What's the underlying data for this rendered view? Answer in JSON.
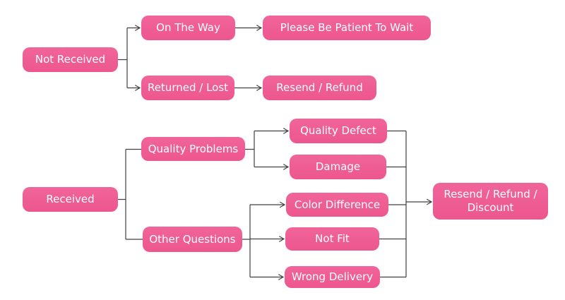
{
  "diagram": {
    "type": "flowchart",
    "colors": {
      "node_fill": "#f0659a",
      "node_fill_dark": "#ed568e",
      "node_text": "#ffffff",
      "line": "#404040",
      "background": "#ffffff"
    },
    "nodes": [
      {
        "id": "not-received",
        "label": "Not Received"
      },
      {
        "id": "on-the-way",
        "label": "On The Way"
      },
      {
        "id": "please-be-patient-to-wait",
        "label": "Please Be Patient To Wait"
      },
      {
        "id": "returned-lost",
        "label": "Returned / Lost"
      },
      {
        "id": "resend-refund",
        "label": "Resend / Refund"
      },
      {
        "id": "received",
        "label": "Received"
      },
      {
        "id": "quality-problems",
        "label": "Quality Problems"
      },
      {
        "id": "quality-defect",
        "label": "Quality Defect"
      },
      {
        "id": "damage",
        "label": "Damage"
      },
      {
        "id": "other-questions",
        "label": "Other Questions"
      },
      {
        "id": "color-difference",
        "label": "Color Difference"
      },
      {
        "id": "not-fit",
        "label": "Not Fit"
      },
      {
        "id": "wrong-delivery",
        "label": "Wrong Delivery"
      },
      {
        "id": "resend-refund-discount",
        "label": "Resend / Refund / Discount"
      }
    ],
    "edges": [
      {
        "from": "not-received",
        "to": "on-the-way",
        "arrow": true
      },
      {
        "from": "not-received",
        "to": "returned-lost",
        "arrow": true
      },
      {
        "from": "on-the-way",
        "to": "please-be-patient-to-wait",
        "arrow": true
      },
      {
        "from": "returned-lost",
        "to": "resend-refund",
        "arrow": true
      },
      {
        "from": "received",
        "to": "quality-problems",
        "arrow": false
      },
      {
        "from": "received",
        "to": "other-questions",
        "arrow": false
      },
      {
        "from": "quality-problems",
        "to": "quality-defect",
        "arrow": true
      },
      {
        "from": "quality-problems",
        "to": "damage",
        "arrow": true
      },
      {
        "from": "other-questions",
        "to": "color-difference",
        "arrow": true
      },
      {
        "from": "other-questions",
        "to": "not-fit",
        "arrow": true
      },
      {
        "from": "other-questions",
        "to": "wrong-delivery",
        "arrow": true
      },
      {
        "from": "quality-defect",
        "to": "resend-refund-discount",
        "arrow": true
      },
      {
        "from": "damage",
        "to": "resend-refund-discount",
        "arrow": true
      },
      {
        "from": "color-difference",
        "to": "resend-refund-discount",
        "arrow": true
      },
      {
        "from": "not-fit",
        "to": "resend-refund-discount",
        "arrow": true
      },
      {
        "from": "wrong-delivery",
        "to": "resend-refund-discount",
        "arrow": true
      }
    ]
  }
}
